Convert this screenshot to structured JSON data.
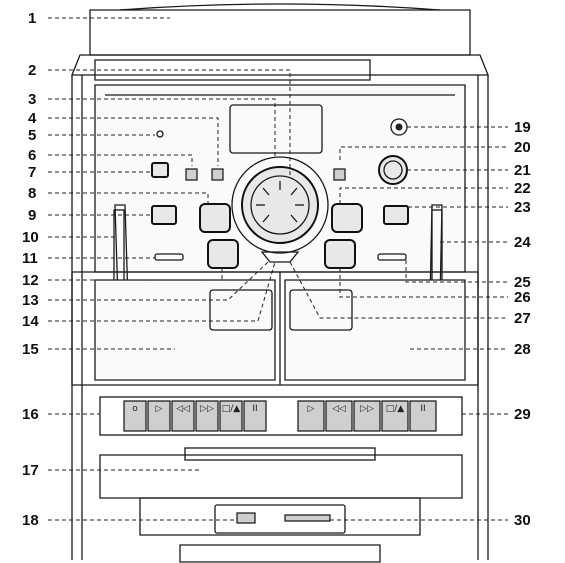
{
  "callouts": [
    {
      "n": "1"
    },
    {
      "n": "2"
    },
    {
      "n": "3"
    },
    {
      "n": "4"
    },
    {
      "n": "5"
    },
    {
      "n": "6"
    },
    {
      "n": "7"
    },
    {
      "n": "8"
    },
    {
      "n": "9"
    },
    {
      "n": "10"
    },
    {
      "n": "11"
    },
    {
      "n": "12"
    },
    {
      "n": "13"
    },
    {
      "n": "14"
    },
    {
      "n": "15"
    },
    {
      "n": "16"
    },
    {
      "n": "17"
    },
    {
      "n": "18"
    },
    {
      "n": "19"
    },
    {
      "n": "20"
    },
    {
      "n": "21"
    },
    {
      "n": "22"
    },
    {
      "n": "23"
    },
    {
      "n": "24"
    },
    {
      "n": "25"
    },
    {
      "n": "26"
    },
    {
      "n": "27"
    },
    {
      "n": "28"
    },
    {
      "n": "29"
    },
    {
      "n": "30"
    }
  ],
  "deck_left_buttons": [
    "o",
    "▷",
    "◁◁",
    "▷▷",
    "□/▲",
    "II"
  ],
  "deck_right_buttons": [
    "▷",
    "◁◁",
    "▷▷",
    "□/▲",
    "II"
  ]
}
